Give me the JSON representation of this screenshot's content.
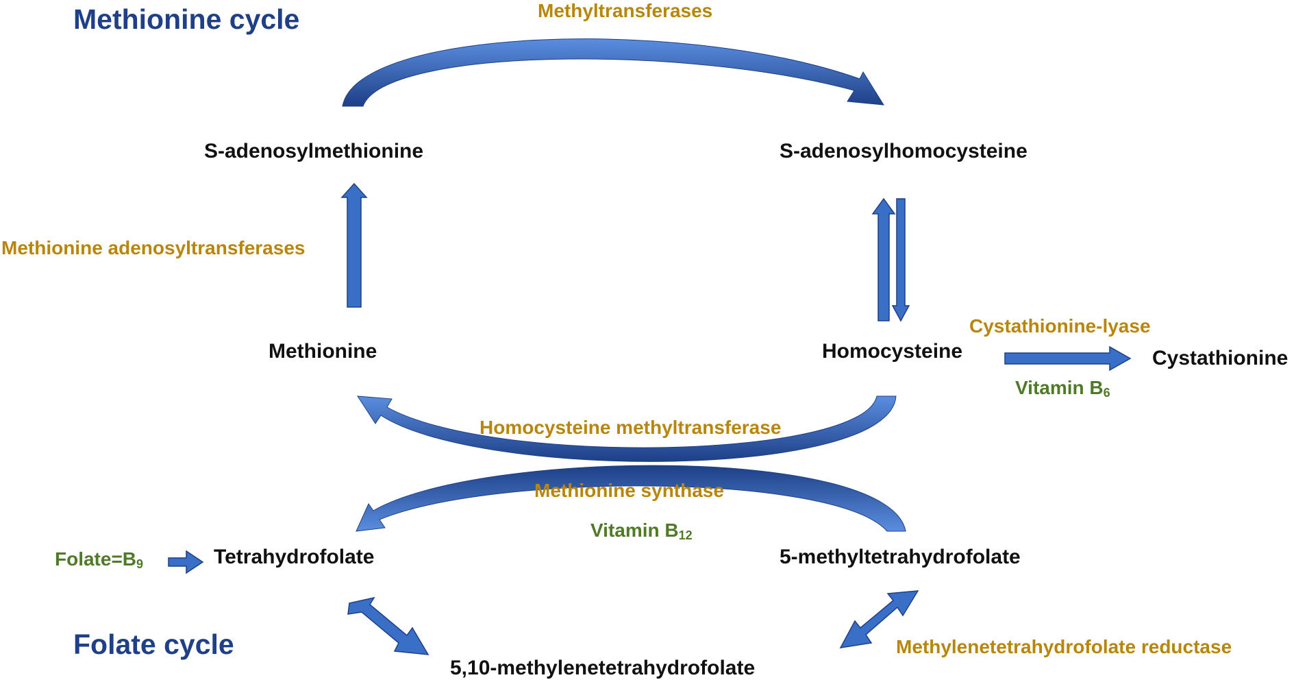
{
  "titles": {
    "methionine_cycle": "Methionine cycle",
    "folate_cycle": "Folate cycle"
  },
  "metabolites": {
    "sam": "S-adenosylmethionine",
    "sah": "S-adenosylhomocysteine",
    "methionine": "Methionine",
    "homocysteine": "Homocysteine",
    "cystathionine": "Cystathionine",
    "thf": "Tetrahydrofolate",
    "mthf5": "5-methyltetrahydrofolate",
    "mthf510": "5,10-methylenetetrahydrofolate"
  },
  "enzymes": {
    "methyltransferases": "Methyltransferases",
    "mat": "Methionine adenosyltransferases",
    "cystathionine_lyase": "Cystathionine-lyase",
    "hcy_methyltransferase": "Homocysteine methyltransferase",
    "methionine_synthase": "Methionine synthase",
    "mthfr": "Methylenetetrahydrofolate reductase"
  },
  "vitamins": {
    "b6": {
      "base": "Vitamin B",
      "sub": "6"
    },
    "b12": {
      "base": "Vitamin B",
      "sub": "12"
    },
    "b9": {
      "base": "Folate=B",
      "sub": "9"
    }
  },
  "colors": {
    "title": "#1f3f86",
    "metabolite": "#111111",
    "enzyme": "#b8860b",
    "vitamin": "#4f7a28",
    "arrow_fill": "#3a6fc8",
    "arrow_dark": "#1d3f86"
  }
}
